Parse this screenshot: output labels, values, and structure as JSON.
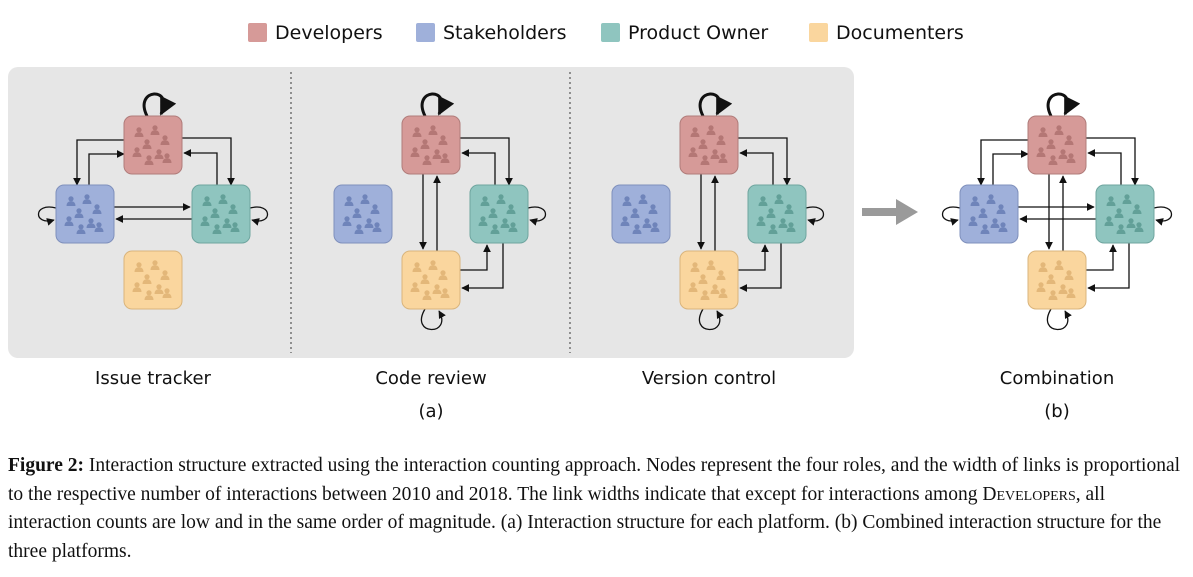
{
  "legend": [
    {
      "label": "Developers",
      "color": "#D69A98"
    },
    {
      "label": "Stakeholders",
      "color": "#9FB0DA"
    },
    {
      "label": "Product Owner",
      "color": "#8FC5BF"
    },
    {
      "label": "Documenters",
      "color": "#FAD69E"
    }
  ],
  "panels": [
    {
      "label": "Issue tracker"
    },
    {
      "label": "Code review"
    },
    {
      "label": "Version control"
    },
    {
      "label": "Combination"
    }
  ],
  "group_labels": {
    "a": "(a)",
    "b": "(b)"
  },
  "caption": {
    "figure_label": "Figure 2:",
    "part1": " Interaction structure extracted using the interaction counting approach. Nodes represent the four roles, and the width of links is proportional to the respective number of interactions between 2010 and 2018. The link widths indicate that except for interactions among ",
    "small_caps": "Developers",
    "part2": ", all interaction counts are low and in the same order of magnitude. (a) Interaction structure for each platform. (b) Combined interaction structure for the three platforms."
  }
}
